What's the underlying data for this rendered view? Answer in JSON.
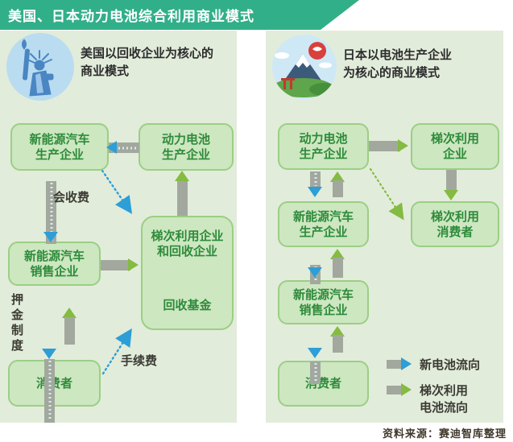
{
  "title": "美国、日本动力电池综合利用商业模式",
  "source": "资料来源：赛迪智库整理",
  "us": {
    "heading1": "美国以回收企业为核心的",
    "heading2": "商业模式",
    "nodes": {
      "ev_maker": "新能源汽车\n生产企业",
      "battery_maker": "动力电池\n生产企业",
      "ev_seller": "新能源汽车\n销售企业",
      "cascade_recycler": "梯次利用企业\n和回收企业",
      "recycle_fund": "回收基金",
      "consumer": "消费者"
    },
    "labels": {
      "fee": "会收费",
      "deposit": "押金制度",
      "handling_fee": "手续费"
    }
  },
  "jp": {
    "heading1": "日本以电池生产企业",
    "heading2": "为核心的商业模式",
    "nodes": {
      "battery_maker": "动力电池\n生产企业",
      "cascade_company": "梯次利用\n企业",
      "ev_maker": "新能源汽车\n生产企业",
      "cascade_consumer": "梯次利用\n消费者",
      "ev_seller": "新能源汽车\n销售企业",
      "consumer": "消费者"
    }
  },
  "legend": {
    "new_battery_flow": "新电池流向",
    "cascade_flow": "梯次利用\n电池流向"
  },
  "colors": {
    "header": "#31af89",
    "panel_bg": "#e2ecdb",
    "node_fill": "#cde7c1",
    "node_border": "#9bcf83",
    "node_text": "#2e8b3a",
    "bar_gray": "#a2a89e",
    "flow_blue": "#2d9ed6",
    "flow_green": "#84bb41",
    "label_dark": "#3b3b33",
    "icon_circle_blue": "#b9dcf0"
  }
}
